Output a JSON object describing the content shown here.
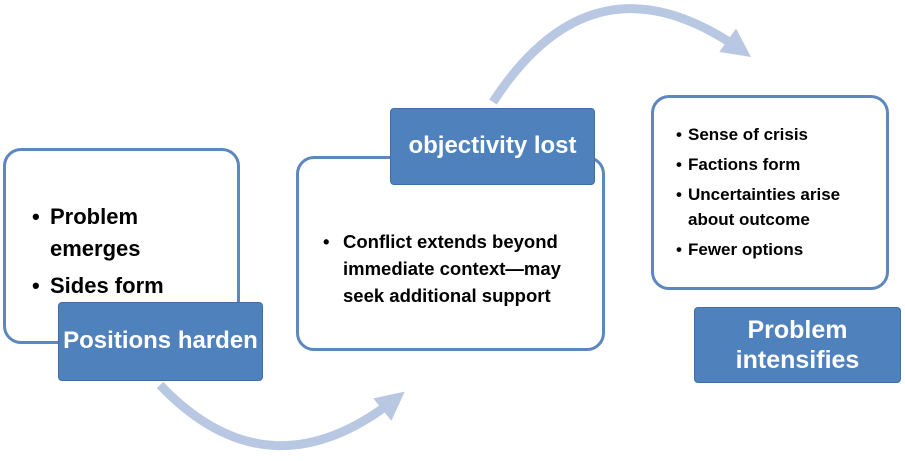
{
  "colors": {
    "label_fill": "#4f81bd",
    "card_border": "#5d87bf",
    "arrow": "#b9c8e2"
  },
  "stage1": {
    "bullets": [
      "Problem emerges",
      "Sides form"
    ],
    "label": "Positions harden"
  },
  "stage2": {
    "label": "objectivity lost",
    "bullets": [
      "Conflict extends beyond immediate context—may seek additional support"
    ]
  },
  "stage3": {
    "bullets": [
      "Sense of crisis",
      "Factions form",
      "Uncertainties arise about outcome",
      "Fewer options"
    ],
    "label": "Problem intensifies"
  }
}
